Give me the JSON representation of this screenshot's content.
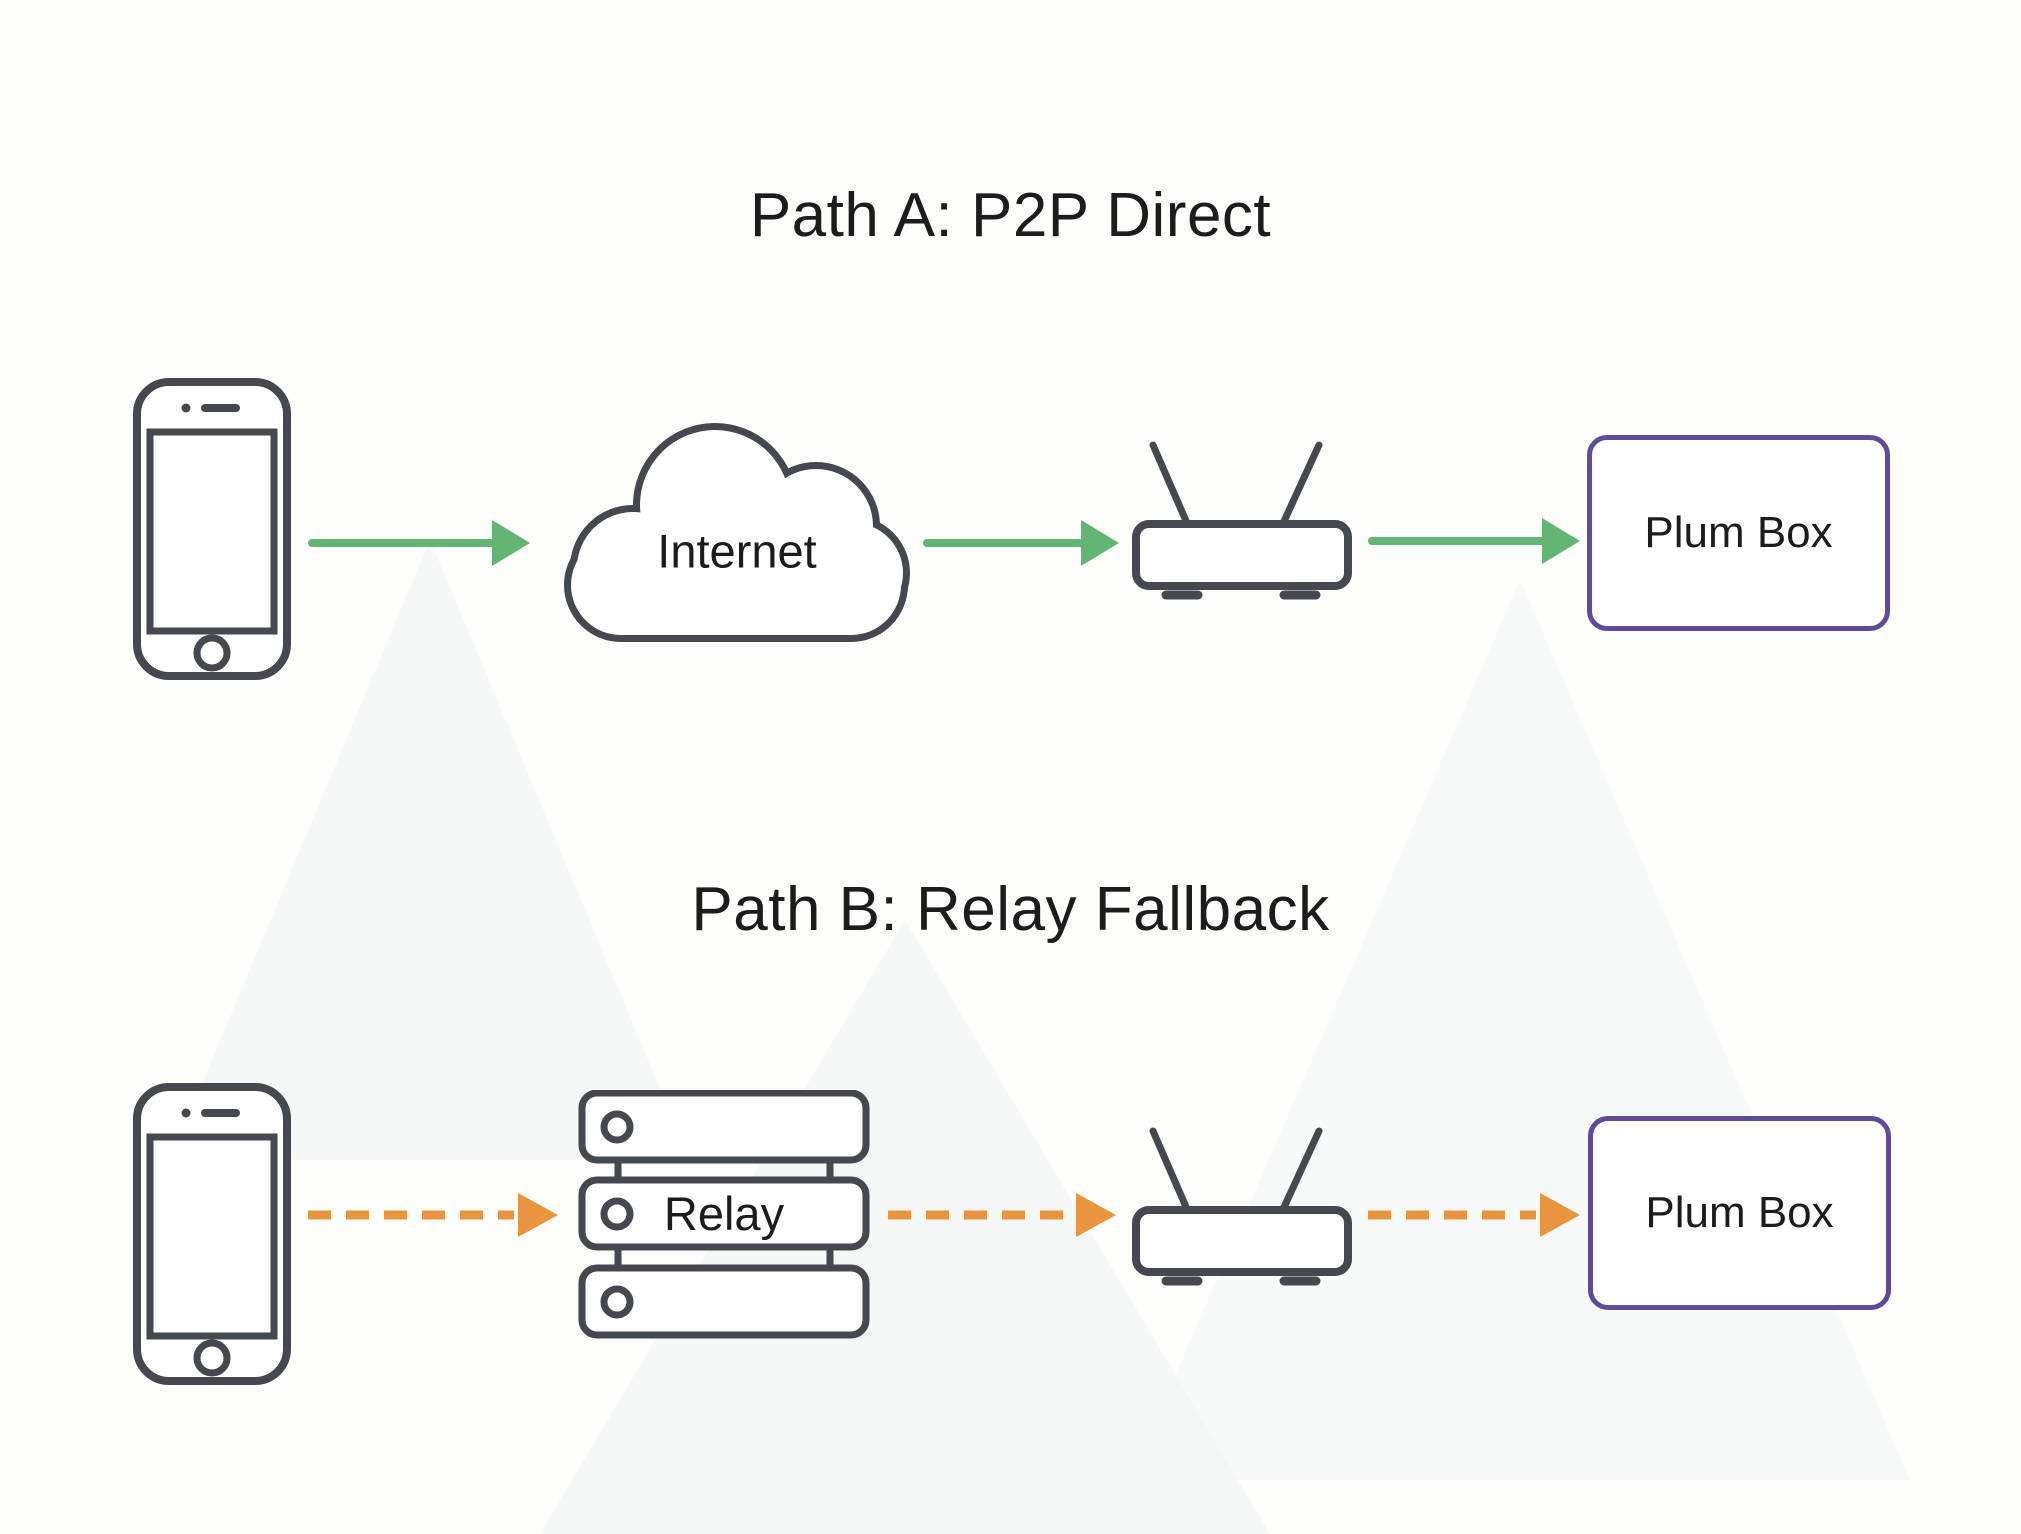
{
  "colors": {
    "green": "#62b573",
    "orange": "#e9953f",
    "purple": "#5f4b99",
    "stroke": "#45484e",
    "text": "#1c1c1c",
    "background": "#fdfdfc",
    "watermark": "#f3f6f6"
  },
  "path_a": {
    "title": "Path A: P2P Direct",
    "internet_label": "Internet",
    "plum_box_label": "Plum Box",
    "arrow_style": "solid-green"
  },
  "path_b": {
    "title": "Path B: Relay Fallback",
    "relay_label": "Relay",
    "plum_box_label": "Plum Box",
    "arrow_style": "dashed-orange"
  }
}
